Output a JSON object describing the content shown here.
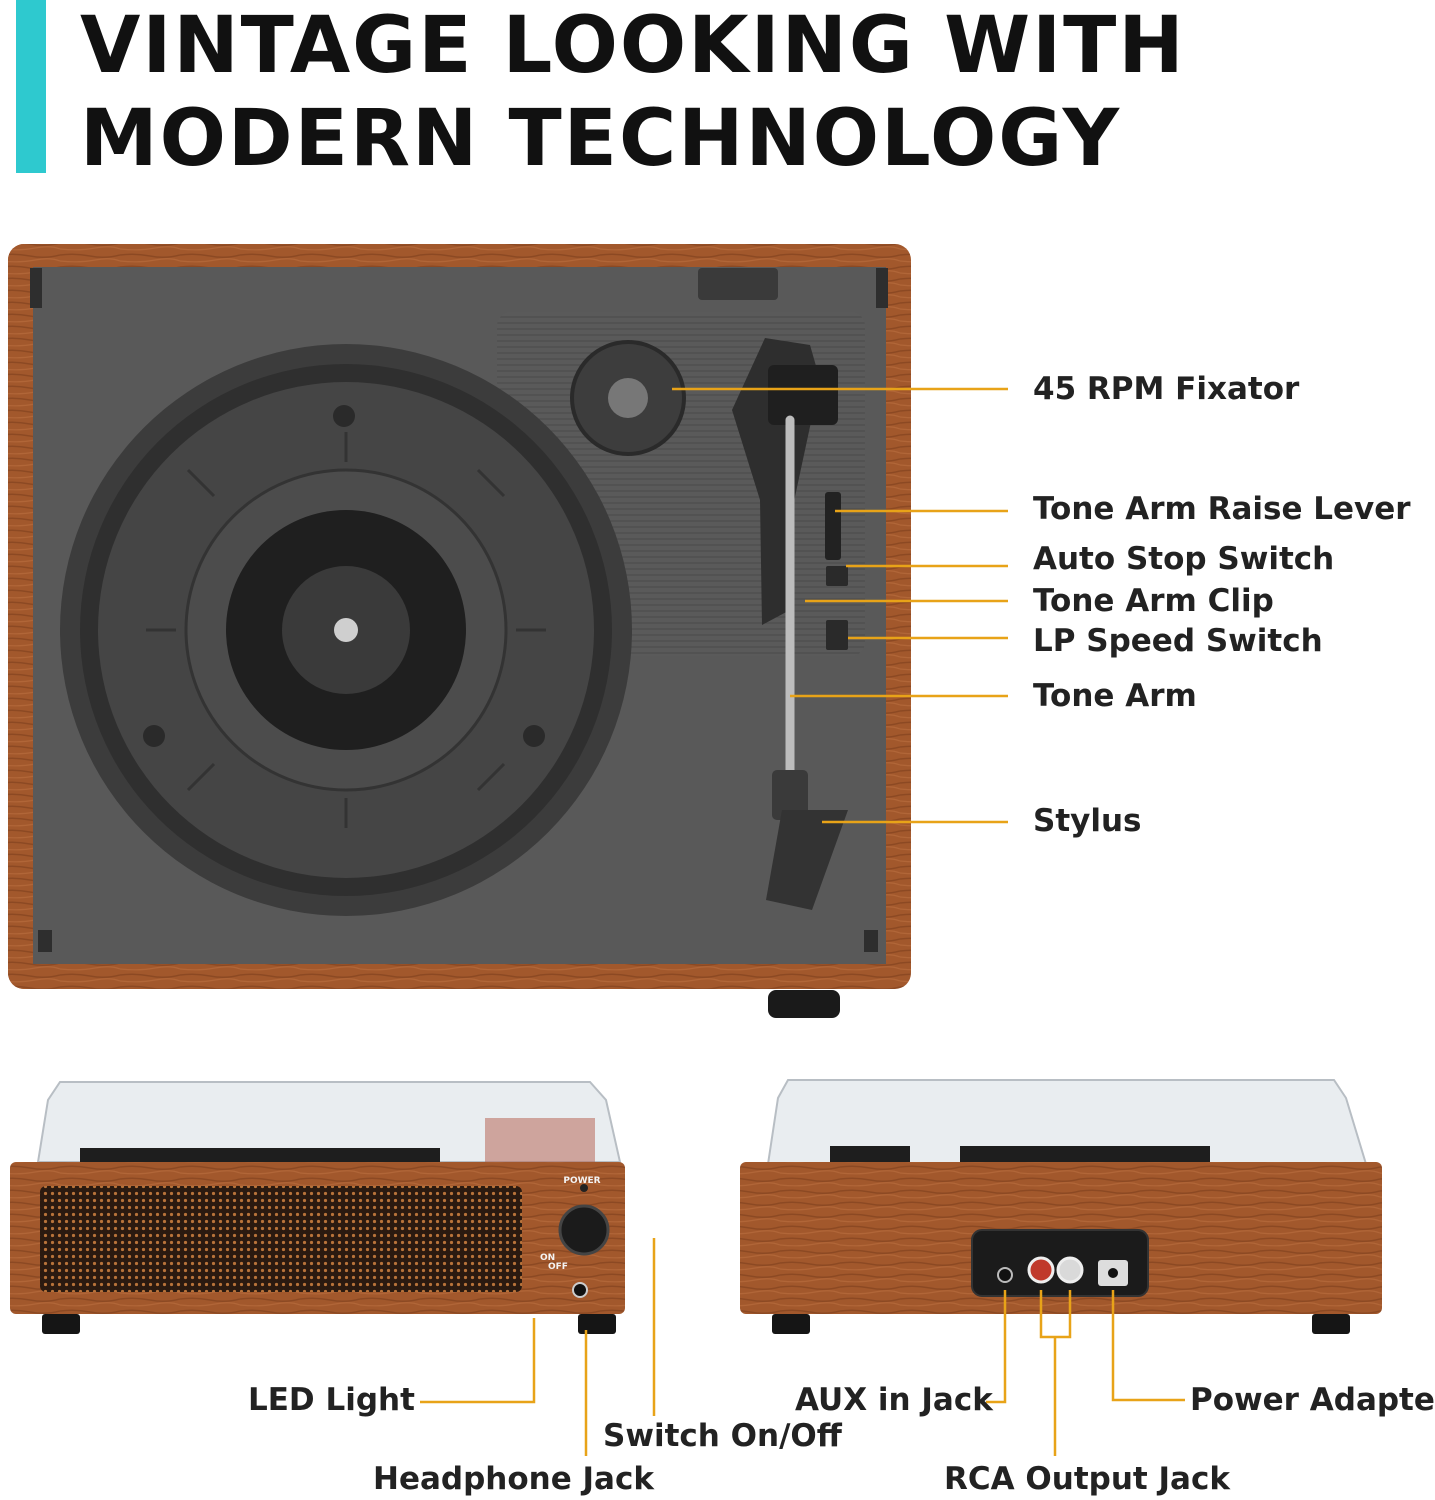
{
  "header": {
    "line1": "VINTAGE LOOKING WITH",
    "line2": "MODERN TECHNOLOGY",
    "accent_color": "#2ec9cf"
  },
  "top_view": {
    "callouts": [
      {
        "id": "fixator",
        "label": "45 RPM Fixator"
      },
      {
        "id": "raise-lever",
        "label": "Tone Arm Raise Lever"
      },
      {
        "id": "auto-stop",
        "label": "Auto Stop Switch"
      },
      {
        "id": "arm-clip",
        "label": "Tone Arm Clip"
      },
      {
        "id": "speed-switch",
        "label": "LP Speed Switch"
      },
      {
        "id": "tone-arm",
        "label": "Tone Arm"
      },
      {
        "id": "stylus",
        "label": "Stylus"
      }
    ]
  },
  "front_view": {
    "power_text": "POWER",
    "on_text": "ON",
    "off_text": "OFF",
    "callouts": [
      {
        "id": "led",
        "label": "LED Light"
      },
      {
        "id": "switch",
        "label": "Switch On/Off"
      },
      {
        "id": "headphone",
        "label": "Headphone Jack"
      }
    ]
  },
  "back_view": {
    "callouts": [
      {
        "id": "aux",
        "label": "AUX in Jack"
      },
      {
        "id": "power-adapter",
        "label": "Power Adapter"
      },
      {
        "id": "rca",
        "label": "RCA Output Jack"
      }
    ]
  },
  "colors": {
    "wood": "#a2582c",
    "plinth": "#555555",
    "leader": "#e8a318"
  }
}
